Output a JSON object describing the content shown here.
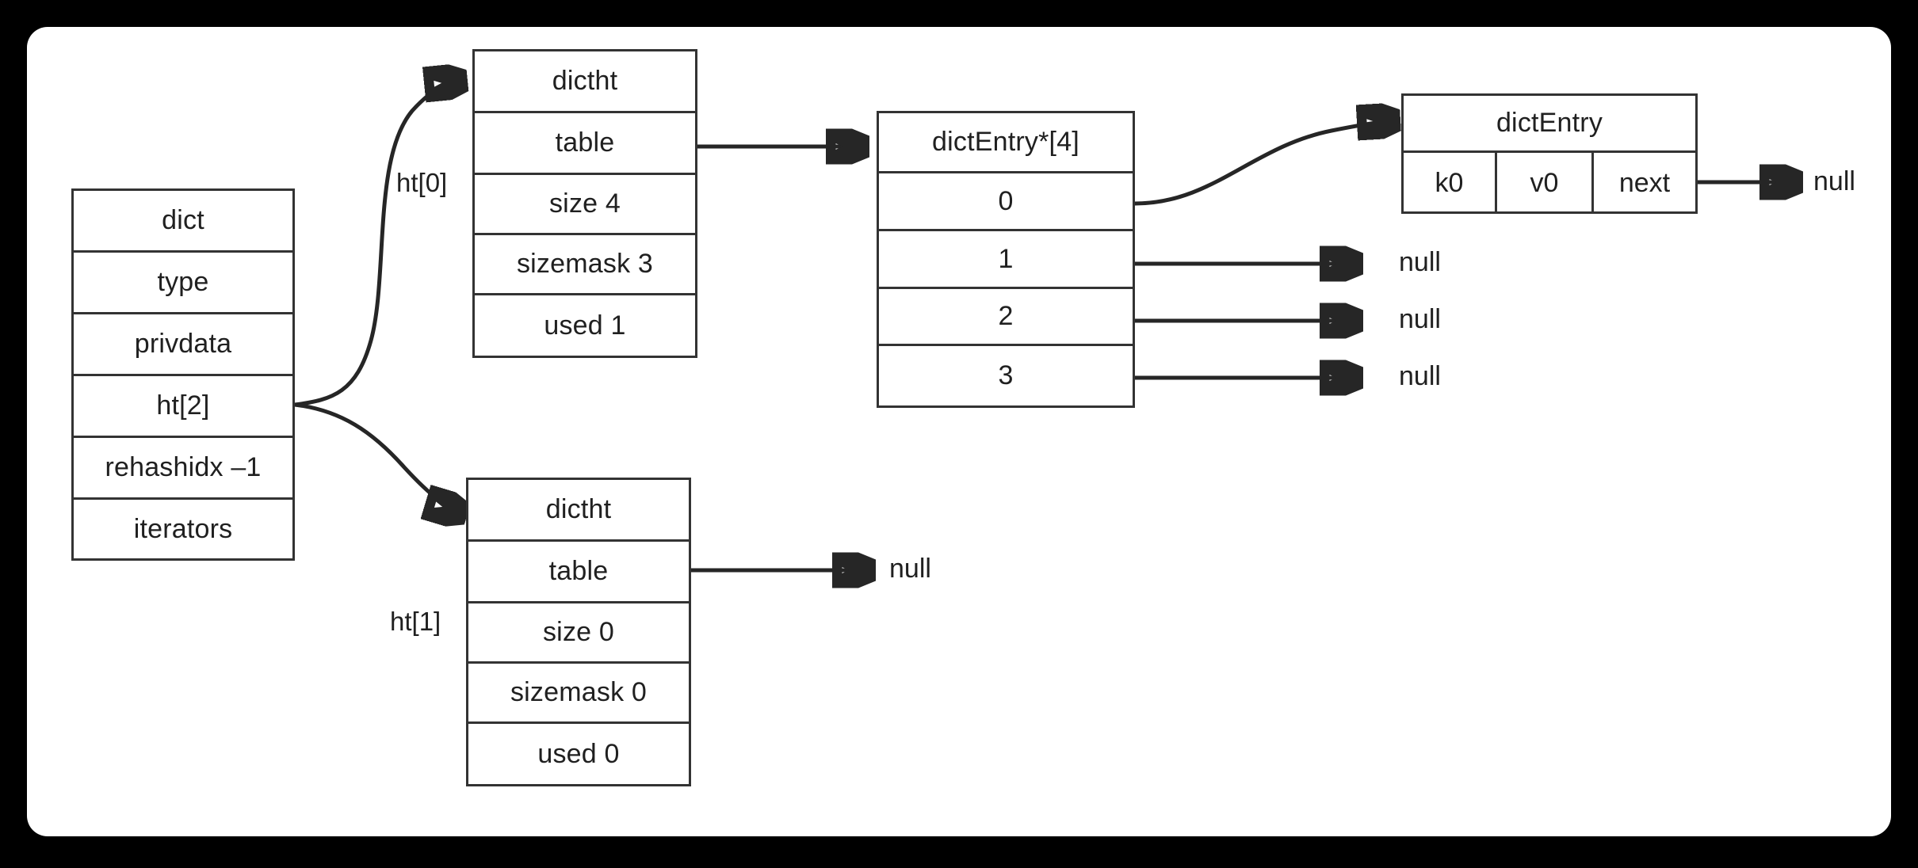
{
  "diagram": {
    "title": "redis-dict-structure",
    "colors": {
      "page_background": "#000000",
      "canvas": "#ffffff",
      "stroke": "#333333",
      "text": "#202020"
    }
  },
  "dict_struct": {
    "header": "dict",
    "fields": [
      {
        "label": "type"
      },
      {
        "label": "privdata"
      },
      {
        "label": "ht[2]"
      },
      {
        "label": "rehashidx –1"
      },
      {
        "label": "iterators"
      }
    ]
  },
  "ht0": {
    "edge_label": "ht[0]",
    "header": "dictht",
    "fields": [
      {
        "label": "table"
      },
      {
        "label": "size 4"
      },
      {
        "label": "sizemask 3"
      },
      {
        "label": "used 1"
      }
    ]
  },
  "ht1": {
    "edge_label": "ht[1]",
    "header": "dictht",
    "fields": [
      {
        "label": "table"
      },
      {
        "label": "size 0"
      },
      {
        "label": "sizemask 0"
      },
      {
        "label": "used 0"
      }
    ],
    "table_target": "null"
  },
  "bucket_array": {
    "header": "dictEntry*[4]",
    "slots": [
      {
        "index": "0",
        "target": "dictEntry"
      },
      {
        "index": "1",
        "target": "null"
      },
      {
        "index": "2",
        "target": "null"
      },
      {
        "index": "3",
        "target": "null"
      }
    ]
  },
  "entry": {
    "header": "dictEntry",
    "cells": [
      {
        "label": "k0"
      },
      {
        "label": "v0"
      },
      {
        "label": "next"
      }
    ],
    "next_target": "null"
  }
}
